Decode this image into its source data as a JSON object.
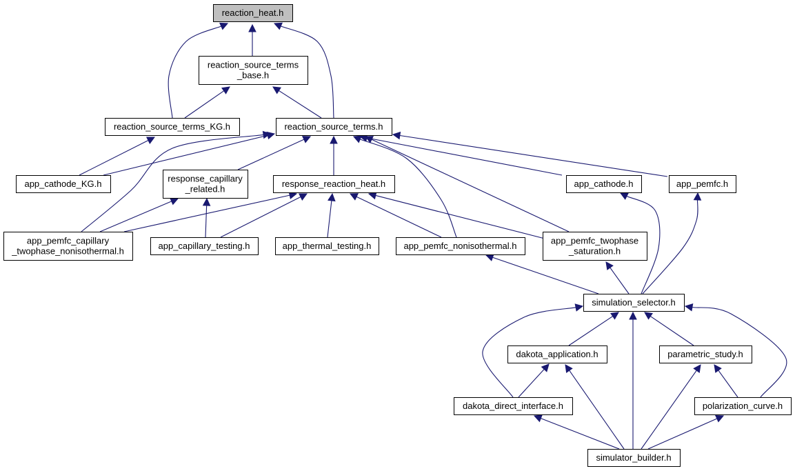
{
  "graph": {
    "edge_color": "#191970",
    "root_fill": "#bfbfbf",
    "nodes": [
      {
        "id": "reaction_heat",
        "lines": [
          "reaction_heat.h"
        ],
        "root": true
      },
      {
        "id": "rst_base",
        "lines": [
          "reaction_source_terms",
          "_base.h"
        ]
      },
      {
        "id": "rst_kg",
        "lines": [
          "reaction_source_terms_KG.h"
        ]
      },
      {
        "id": "rst",
        "lines": [
          "reaction_source_terms.h"
        ]
      },
      {
        "id": "app_cathode_kg",
        "lines": [
          "app_cathode_KG.h"
        ]
      },
      {
        "id": "resp_cap",
        "lines": [
          "response_capillary",
          "_related.h"
        ]
      },
      {
        "id": "resp_heat",
        "lines": [
          "response_reaction_heat.h"
        ]
      },
      {
        "id": "app_cathode",
        "lines": [
          "app_cathode.h"
        ]
      },
      {
        "id": "app_pemfc",
        "lines": [
          "app_pemfc.h"
        ]
      },
      {
        "id": "app_pemfc_cap",
        "lines": [
          "app_pemfc_capillary",
          "_twophase_nonisothermal.h"
        ]
      },
      {
        "id": "app_cap_test",
        "lines": [
          "app_capillary_testing.h"
        ]
      },
      {
        "id": "app_therm_test",
        "lines": [
          "app_thermal_testing.h"
        ]
      },
      {
        "id": "app_pemfc_noniso",
        "lines": [
          "app_pemfc_nonisothermal.h"
        ]
      },
      {
        "id": "app_pemfc_twophase",
        "lines": [
          "app_pemfc_twophase",
          "_saturation.h"
        ]
      },
      {
        "id": "sim_selector",
        "lines": [
          "simulation_selector.h"
        ]
      },
      {
        "id": "dakota_app",
        "lines": [
          "dakota_application.h"
        ]
      },
      {
        "id": "param_study",
        "lines": [
          "parametric_study.h"
        ]
      },
      {
        "id": "dakota_direct",
        "lines": [
          "dakota_direct_interface.h"
        ]
      },
      {
        "id": "polar_curve",
        "lines": [
          "polarization_curve.h"
        ]
      },
      {
        "id": "sim_builder",
        "lines": [
          "simulator_builder.h"
        ]
      }
    ]
  }
}
